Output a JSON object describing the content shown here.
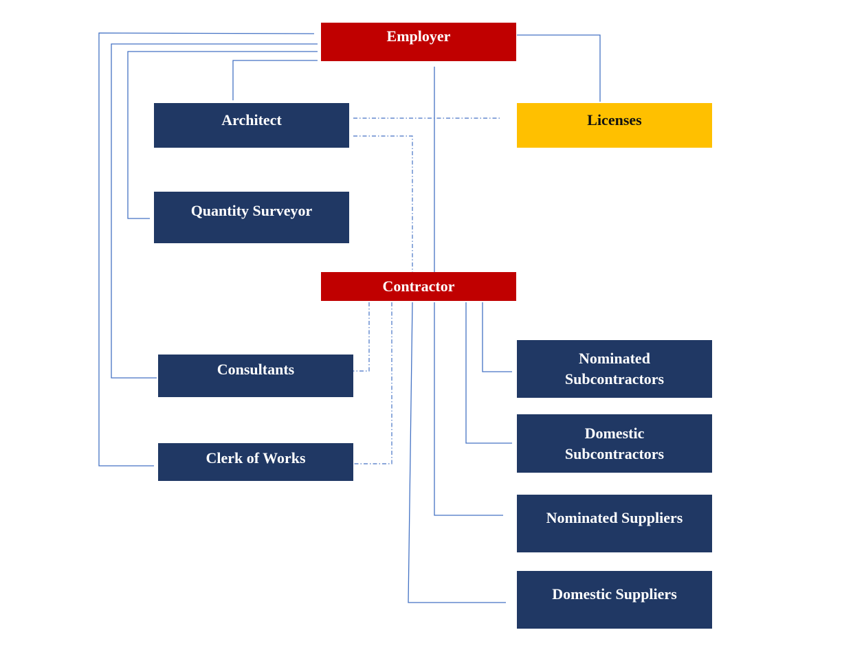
{
  "nodes": {
    "employer": "Employer",
    "architect": "Architect",
    "licenses": "Licenses",
    "quantity_surveyor": "Quantity Surveyor",
    "contractor": "Contractor",
    "consultants": "Consultants",
    "clerk_of_works": "Clerk of Works",
    "nominated_subcontractors": [
      "Nominated",
      "Subcontractors"
    ],
    "domestic_subcontractors": [
      "Domestic",
      "Subcontractors"
    ],
    "nominated_suppliers": "Nominated Suppliers",
    "domestic_suppliers": "Domestic Suppliers"
  },
  "colors": {
    "primary_party": "#c00000",
    "party": "#203864",
    "licenses": "#ffc000",
    "connector": "#4472c4"
  }
}
